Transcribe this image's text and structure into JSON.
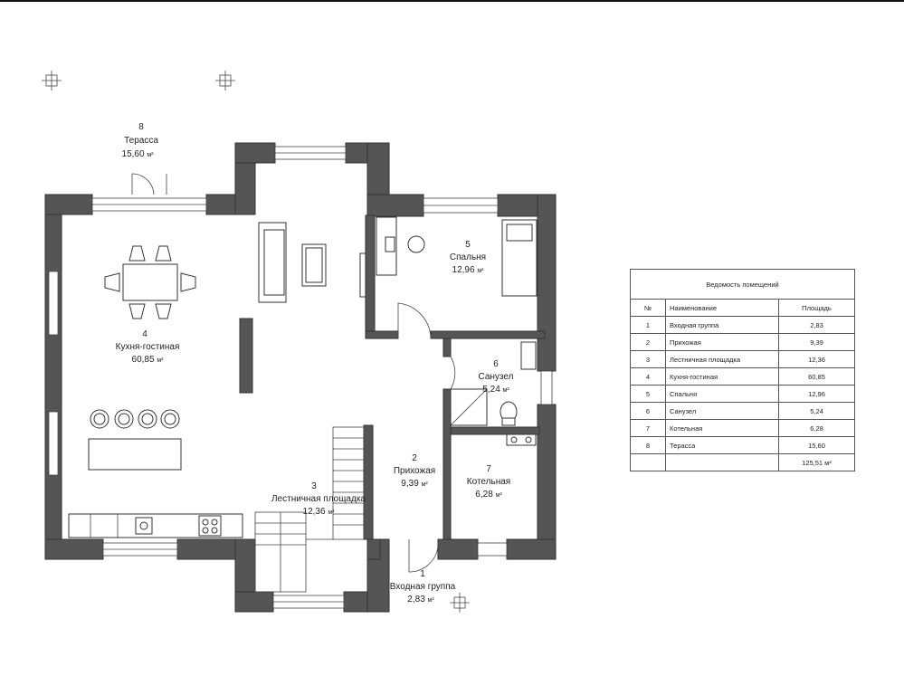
{
  "rooms": [
    {
      "no": "1",
      "name": "Входная группа",
      "area": "2,83"
    },
    {
      "no": "2",
      "name": "Прихожая",
      "area": "9,39"
    },
    {
      "no": "3",
      "name": "Лестничная площадка",
      "area": "12,36"
    },
    {
      "no": "4",
      "name": "Кухня-гостиная",
      "area": "60,85"
    },
    {
      "no": "5",
      "name": "Спальня",
      "area": "12,96"
    },
    {
      "no": "6",
      "name": "Санузел",
      "area": "5,24"
    },
    {
      "no": "7",
      "name": "Котельная",
      "area": "6,28"
    },
    {
      "no": "8",
      "name": "Терасса",
      "area": "15,60"
    }
  ],
  "area_unit": "м²",
  "schedule": {
    "title": "Ведомость помещений",
    "col_no": "№",
    "col_name": "Наименование",
    "col_area": "Площадь",
    "total": "125,51 м²"
  },
  "colors": {
    "wall": "#555555",
    "line": "#333333",
    "background": "#ffffff"
  }
}
